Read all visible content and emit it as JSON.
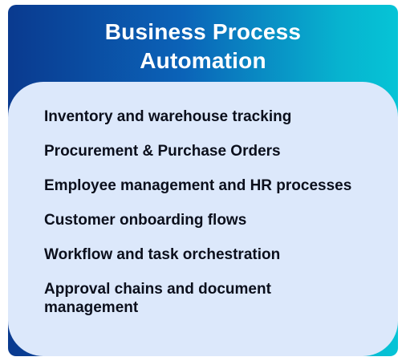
{
  "card": {
    "title_line1": "Business Process",
    "title_line2": "Automation"
  },
  "colors": {
    "gradient_start": "#0a3a8f",
    "gradient_end": "#06c4d6",
    "panel_bg": "#dce8fb",
    "title_text": "#ffffff",
    "item_text": "#0b0f1c"
  },
  "items": [
    "Inventory and warehouse tracking",
    "Procurement & Purchase Orders",
    "Employee management and HR processes",
    "Customer onboarding flows",
    "Workflow and task orchestration",
    "Approval chains and document management"
  ]
}
